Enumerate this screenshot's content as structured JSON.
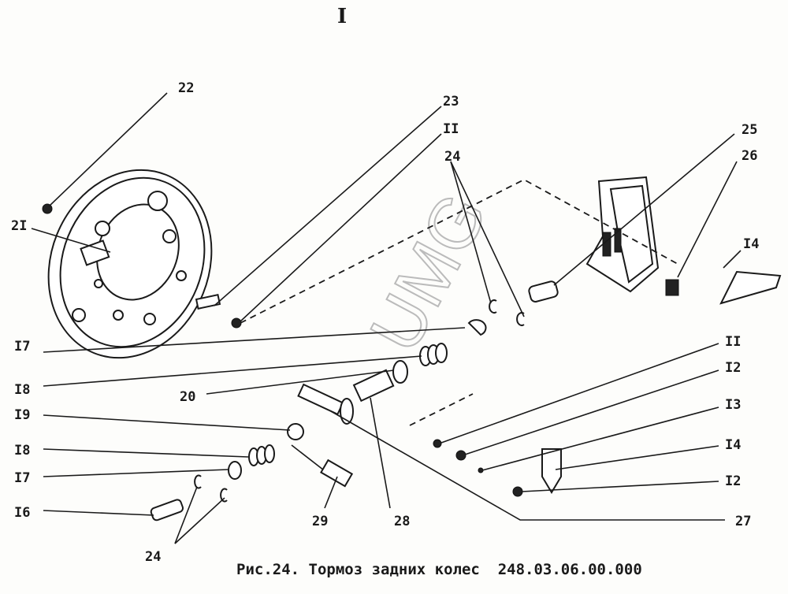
{
  "title": "I",
  "caption": "Рис.24. Тормоз задних колес  248.03.06.00.000",
  "watermark": "UMG",
  "labels": {
    "l22": "22",
    "l23": "23",
    "l11a": "II",
    "l24a": "24",
    "l25": "25",
    "l26": "26",
    "l21": "2I",
    "l14a": "I4",
    "l17a": "I7",
    "l18a": "I8",
    "l20": "20",
    "l19": "I9",
    "l18b": "I8",
    "l17b": "I7",
    "l16": "I6",
    "l24b": "24",
    "l29": "29",
    "l28": "28",
    "l27": "27",
    "l11b": "II",
    "l12a": "I2",
    "l13": "I3",
    "l14b": "I4",
    "l12b": "I2"
  }
}
